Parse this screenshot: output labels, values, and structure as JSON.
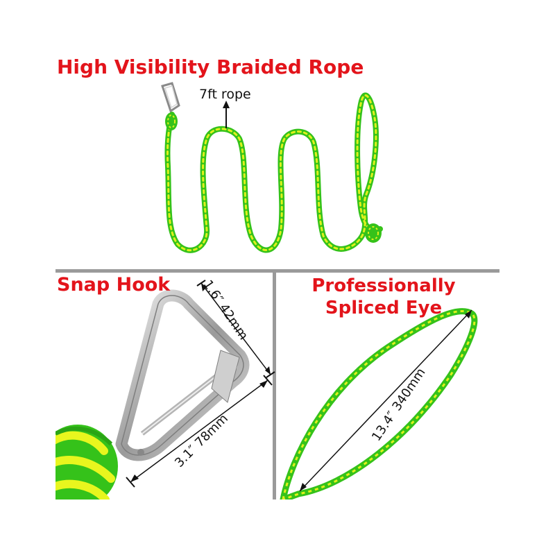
{
  "titles": {
    "main": "High Visibility Braided Rope",
    "hook": "Snap Hook",
    "eye": "Professionally Spliced Eye"
  },
  "labels": {
    "rope_length": "7ft rope",
    "hook_width": "1.6″ 42mm",
    "hook_length": "3.1″ 78mm",
    "eye_length": "13.4″ 340mm"
  },
  "colors": {
    "heading": "#e3141b",
    "rope_green": "#35c21a",
    "rope_yellow": "#dff21c",
    "divider": "#9a9a9a",
    "metal": "#c8c8c8"
  },
  "icons": {
    "rope": "braided-rope-icon",
    "hook": "snap-hook-icon",
    "arrow": "arrow-up-icon"
  }
}
